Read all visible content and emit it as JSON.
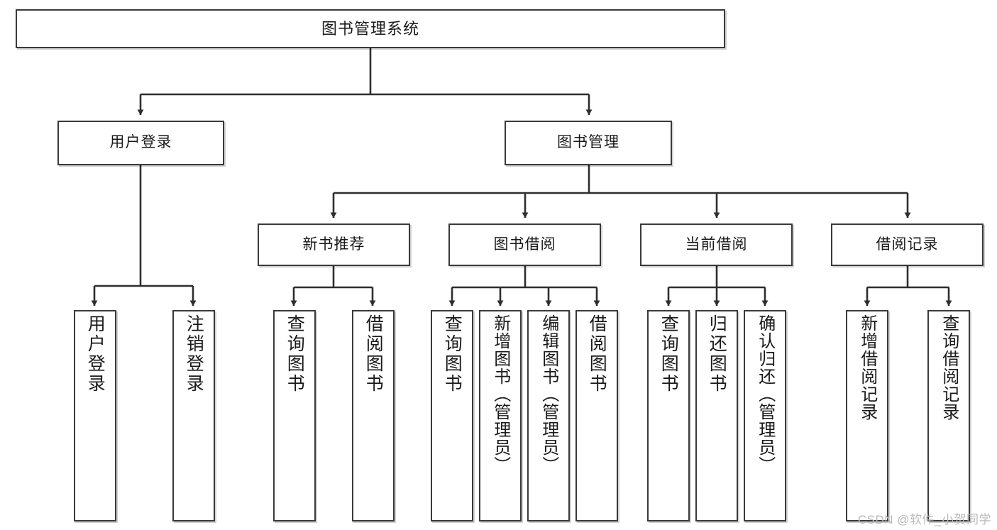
{
  "diagram": {
    "type": "tree-hierarchy",
    "title": "图书管理系统",
    "watermark": "CSDN @软件_小贺同学",
    "colors": {
      "box_border": "#3a3a3a",
      "box_fill": "#ffffff",
      "edge": "#2e2e2e",
      "text": "#1a1a1a",
      "watermark": "#b9b9b9"
    },
    "levels": {
      "root": {
        "label": "图书管理系统"
      },
      "level2": [
        {
          "id": "user-login",
          "label": "用户登录"
        },
        {
          "id": "book-management",
          "label": "图书管理"
        }
      ],
      "level3": [
        {
          "id": "new-book-recommend",
          "label": "新书推荐"
        },
        {
          "id": "book-borrow",
          "label": "图书借阅"
        },
        {
          "id": "current-borrow",
          "label": "当前借阅"
        },
        {
          "id": "borrow-record",
          "label": "借阅记录"
        }
      ],
      "leaves": {
        "user_login": [
          {
            "id": "leaf-user-login",
            "label": "用户登录"
          },
          {
            "id": "leaf-user-logout",
            "label": "注销登录"
          }
        ],
        "new_book_recommend": [
          {
            "id": "leaf-query-book-1",
            "label": "查询图书"
          },
          {
            "id": "leaf-borrow-book-1",
            "label": "借阅图书"
          }
        ],
        "book_borrow": [
          {
            "id": "leaf-query-book-2",
            "label": "查询图书"
          },
          {
            "id": "leaf-add-book",
            "label": "新增图书（管理员）"
          },
          {
            "id": "leaf-edit-book",
            "label": "编辑图书（管理员）"
          },
          {
            "id": "leaf-borrow-book-2",
            "label": "借阅图书"
          }
        ],
        "current_borrow": [
          {
            "id": "leaf-query-book-3",
            "label": "查询图书"
          },
          {
            "id": "leaf-return-book",
            "label": "归还图书"
          },
          {
            "id": "leaf-confirm-return",
            "label": "确认归还（管理员）"
          }
        ],
        "borrow_record": [
          {
            "id": "leaf-add-borrow-record",
            "label": "新增借阅记录"
          },
          {
            "id": "leaf-query-borrow-record",
            "label": "查询借阅记录"
          }
        ]
      }
    }
  }
}
